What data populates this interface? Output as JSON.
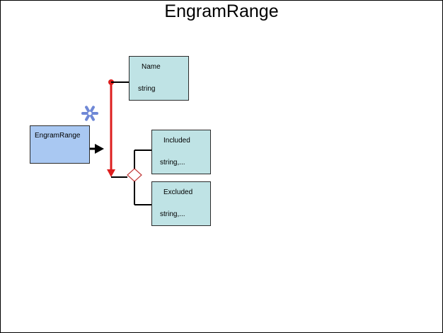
{
  "title": "EngramRange",
  "colors": {
    "root_fill": "#a9c8f2",
    "element_fill": "#bfe3e5",
    "sequence_line": "#dd1e1e",
    "choice_stroke": "#c23a3a",
    "connector": "#000000",
    "icon": "#6f88d6"
  },
  "root": {
    "label": "EngramRange"
  },
  "children": [
    {
      "name": "Name",
      "type": "string"
    },
    {
      "name": "Included",
      "type": "string,..."
    },
    {
      "name": "Excluded",
      "type": "string,..."
    }
  ]
}
